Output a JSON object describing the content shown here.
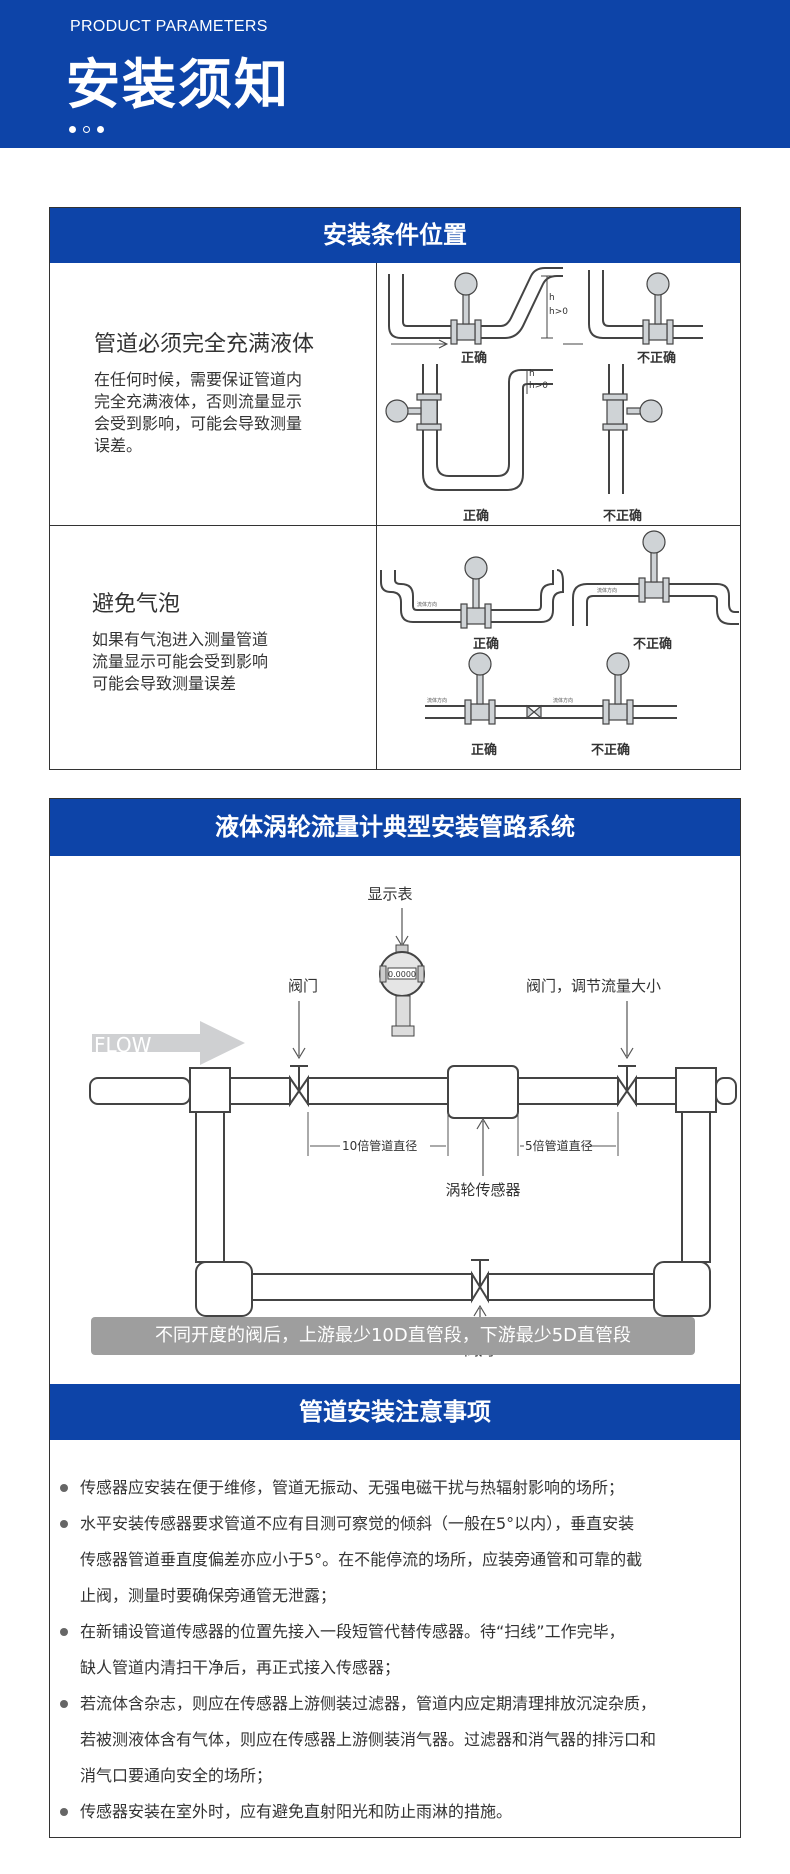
{
  "banner": {
    "en_title": "PRODUCT PARAMETERS",
    "cn_title": "安装须知"
  },
  "section1": {
    "title": "安装条件位置",
    "row1": {
      "heading": "管道必须完全充满液体",
      "text": [
        "在任何时候，需要保证管道内",
        "完全充满液体，否则流量显示",
        "会受到影响，可能会导致测量",
        "误差。"
      ],
      "labels": {
        "correct": "正确",
        "incorrect": "不正确",
        "h": "h",
        "h0": "h>0"
      }
    },
    "row2": {
      "heading": "避免气泡",
      "text": [
        "如果有气泡进入测量管道",
        "流量显示可能会受到影响",
        "可能会导致测量误差"
      ],
      "labels": {
        "correct": "正确",
        "incorrect": "不正确",
        "flow_dir": "流体方向"
      }
    }
  },
  "section2": {
    "title": "液体涡轮流量计典型安装管路系统",
    "labels": {
      "display": "显示表",
      "display_value": "0.0000",
      "valve_left": "阀门",
      "valve_right": "阀门，调节流量大小",
      "flow": "FLOW",
      "upstream": "10倍管道直径",
      "downstream": "5倍管道直径",
      "sensor": "涡轮传感器",
      "valve_bottom": "阀门"
    },
    "note": "不同开度的阀后，上游最少10D直管段，下游最少5D直管段"
  },
  "section3": {
    "title": "管道安装注意事项",
    "items": [
      [
        "传感器应安装在便于维修，管道无振动、无强电磁干扰与热辐射影响的场所；"
      ],
      [
        "水平安装传感器要求管道不应有目测可察觉的倾斜（一般在5°以内），垂直安装",
        "传感器管道垂直度偏差亦应小于5°。在不能停流的场所，应装旁通管和可靠的截",
        "止阀，测量时要确保旁通管无泄露；"
      ],
      [
        "在新铺设管道传感器的位置先接入一段短管代替传感器。待“扫线”工作完毕，",
        "缺人管道内清扫干净后，再正式接入传感器；"
      ],
      [
        "若流体含杂志，则应在传感器上游侧装过滤器，管道内应定期清理排放沉淀杂质，",
        "若被测液体含有气体，则应在传感器上游侧装消气器。过滤器和消气器的排污口和",
        "消气口要通向安全的场所；"
      ],
      [
        "传感器安装在室外时，应有避免直射阳光和防止雨淋的措施。"
      ]
    ]
  },
  "colors": {
    "brand_blue": "#0d44a8",
    "note_bar": "#9e9e9e"
  }
}
